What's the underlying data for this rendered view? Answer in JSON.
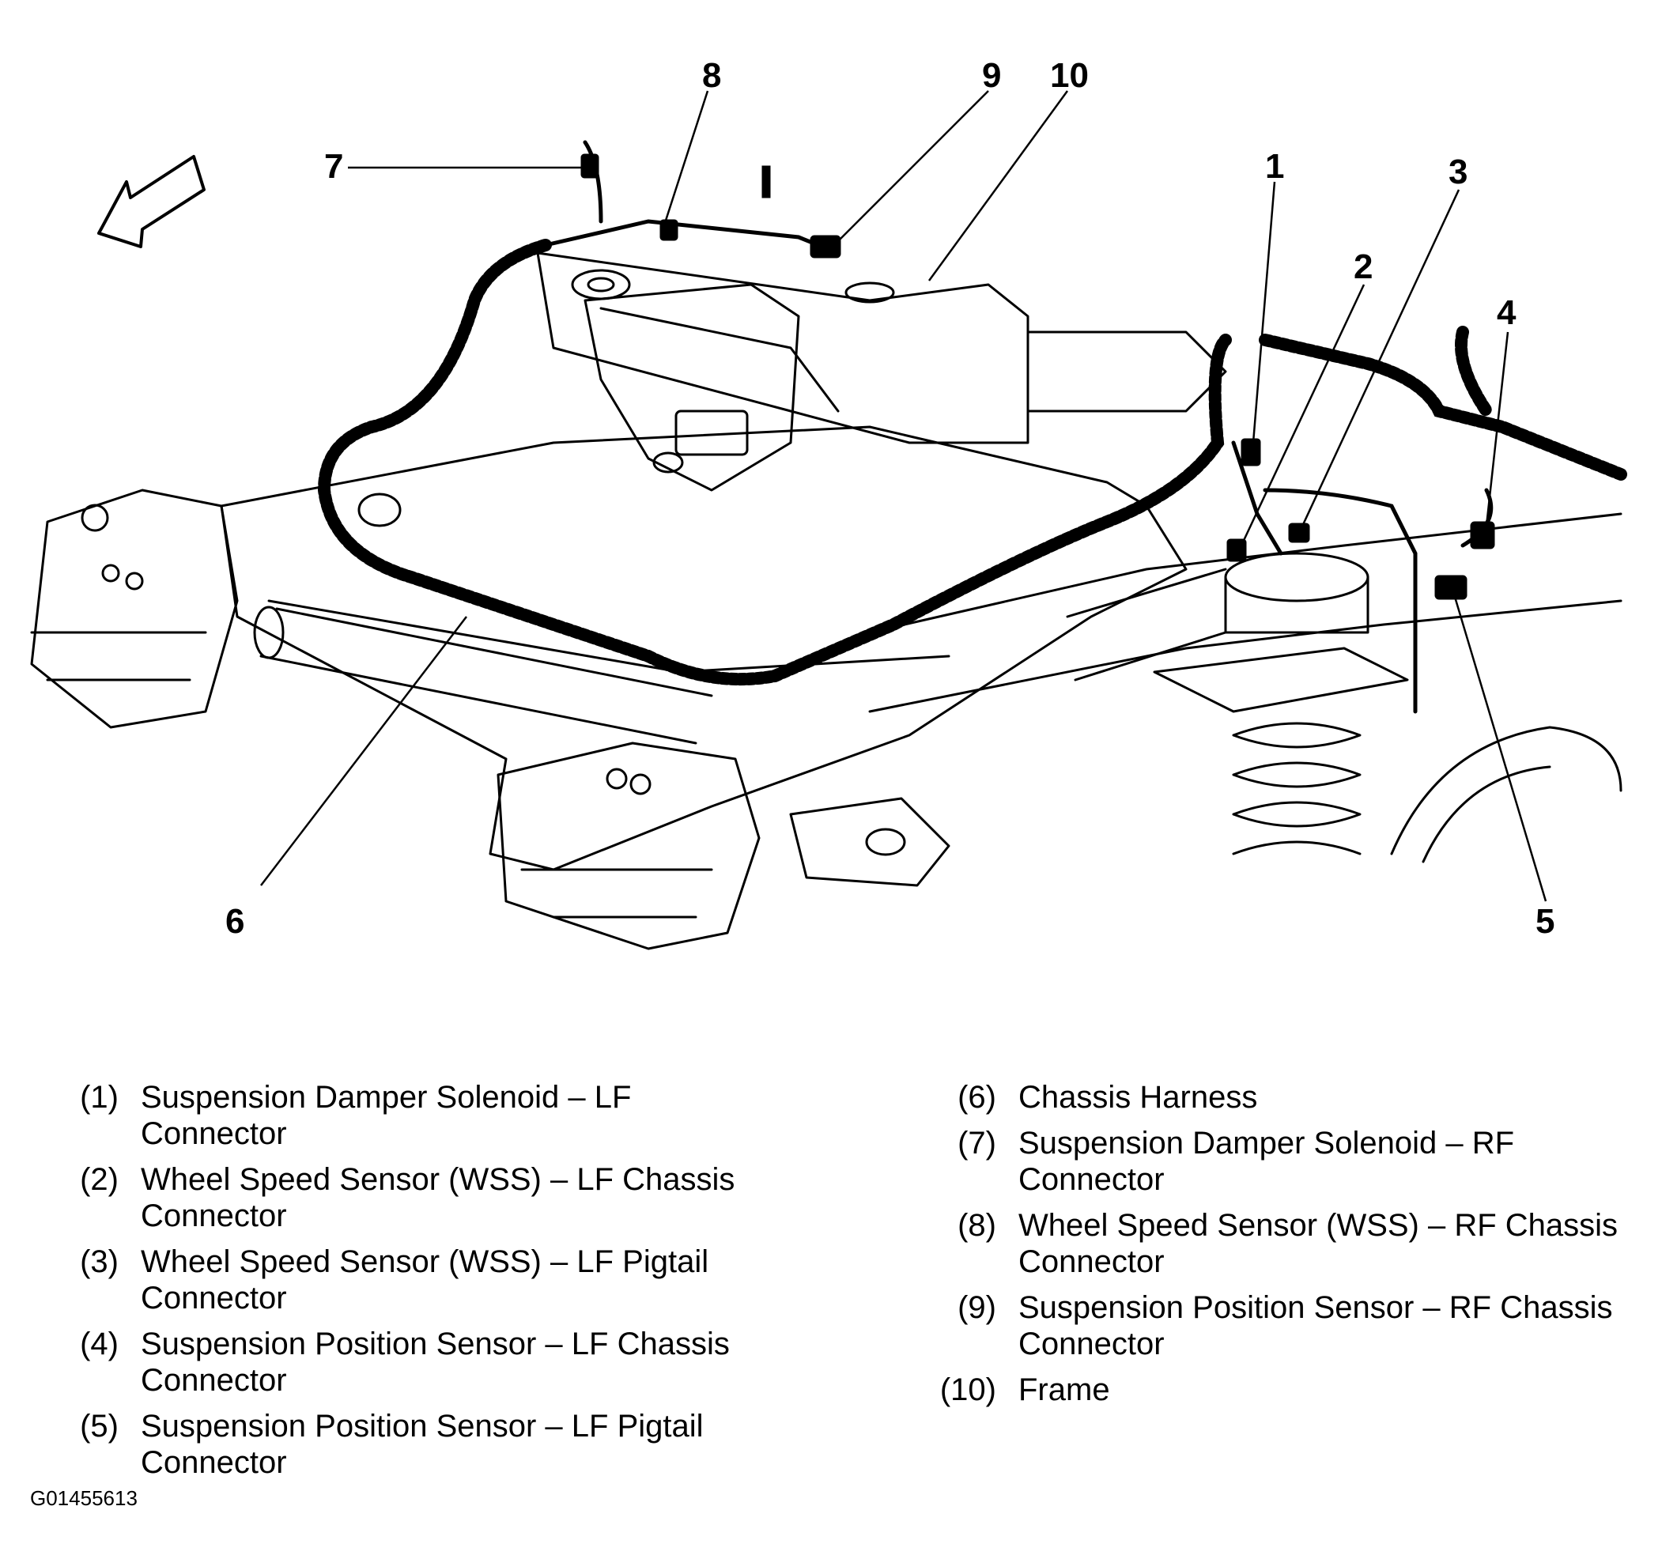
{
  "callouts": [
    "1",
    "2",
    "3",
    "4",
    "5",
    "6",
    "7",
    "8",
    "9",
    "10"
  ],
  "legend_left": [
    {
      "num": "(1)",
      "text": "Suspension Damper Solenoid – LF\nConnector"
    },
    {
      "num": "(2)",
      "text": "Wheel Speed Sensor (WSS) – LF Chassis\nConnector"
    },
    {
      "num": "(3)",
      "text": "Wheel Speed Sensor (WSS) – LF Pigtail\nConnector"
    },
    {
      "num": "(4)",
      "text": "Suspension Position Sensor – LF Chassis\nConnector"
    },
    {
      "num": "(5)",
      "text": "Suspension Position Sensor – LF Pigtail\nConnector"
    }
  ],
  "legend_right": [
    {
      "num": "(6)",
      "text": "Chassis Harness"
    },
    {
      "num": "(7)",
      "text": "Suspension Damper Solenoid – RF\nConnector"
    },
    {
      "num": "(8)",
      "text": "Wheel Speed Sensor (WSS) – RF Chassis\nConnector"
    },
    {
      "num": "(9)",
      "text": "Suspension Position Sensor – RF Chassis\nConnector"
    },
    {
      "num": "(10)",
      "text": "Frame"
    }
  ],
  "figure_id": "G01455613"
}
